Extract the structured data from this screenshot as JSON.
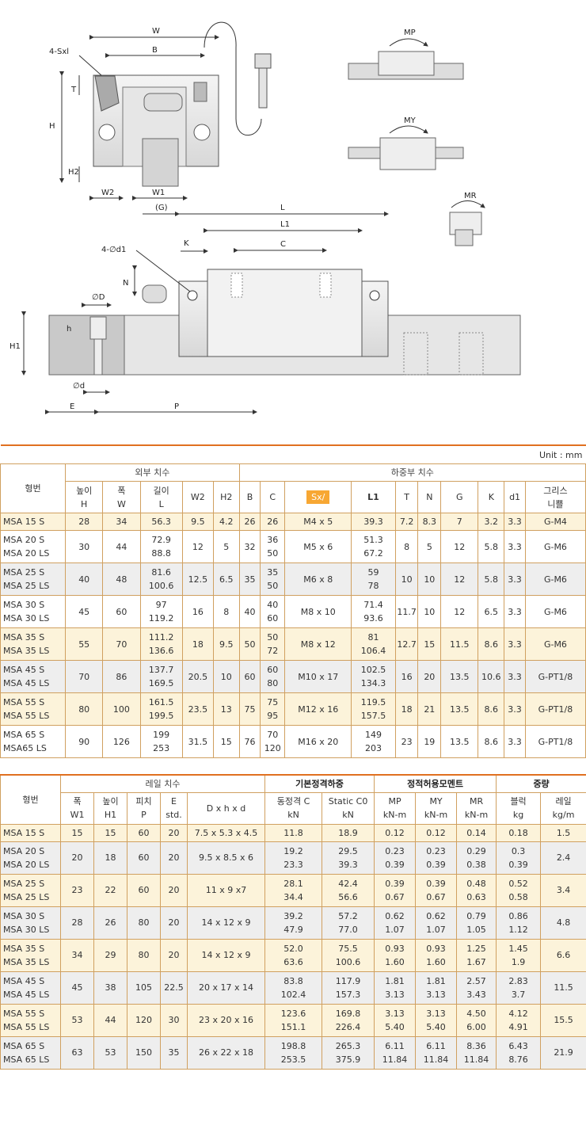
{
  "drawing": {
    "labels": {
      "W": "W",
      "B": "B",
      "Sxl": "4-Sxl",
      "T": "T",
      "H": "H",
      "H2": "H2",
      "W2": "W2",
      "W1": "W1",
      "G": "(G)",
      "L": "L",
      "L1": "L1",
      "C": "C",
      "K": "K",
      "d1": "4-∅d1",
      "N": "N",
      "D": "∅D",
      "h": "h",
      "H1": "H1",
      "d": "∅d",
      "E": "E",
      "P": "P",
      "MP": "MP",
      "MY": "MY",
      "MR": "MR"
    }
  },
  "table1": {
    "unit": "Unit : mm",
    "col_model": "형번",
    "group_outer": "외부 치수",
    "group_block": "하중부 치수",
    "h_H": [
      "높이",
      "H"
    ],
    "h_W": [
      "폭",
      "W"
    ],
    "h_L": [
      "길이",
      "L"
    ],
    "h_W2": "W2",
    "h_H2": "H2",
    "h_B": "B",
    "h_C": "C",
    "h_Sx": "Sx/",
    "h_L1": "L1",
    "h_T": "T",
    "h_N": "N",
    "h_G": "G",
    "h_K": "K",
    "h_d1": "d1",
    "h_grease": [
      "그리스",
      "니쁠"
    ],
    "rows": [
      {
        "m": [
          "MSA 15 S"
        ],
        "H": "28",
        "W": "34",
        "L": [
          "56.3"
        ],
        "W2": "9.5",
        "H2": "4.2",
        "B": "26",
        "C": [
          "26"
        ],
        "Sx": "M4 x 5",
        "L1": [
          "39.3"
        ],
        "T": "7.2",
        "N": "8.3",
        "G": "7",
        "K": "3.2",
        "d1": "3.3",
        "gr": "G-M4"
      },
      {
        "m": [
          "MSA 20 S",
          "MSA 20 LS"
        ],
        "H": "30",
        "W": "44",
        "L": [
          "72.9",
          "88.8"
        ],
        "W2": "12",
        "H2": "5",
        "B": "32",
        "C": [
          "36",
          "50"
        ],
        "Sx": "M5 x 6",
        "L1": [
          "51.3",
          "67.2"
        ],
        "T": "8",
        "N": "5",
        "G": "12",
        "K": "5.8",
        "d1": "3.3",
        "gr": "G-M6"
      },
      {
        "m": [
          "MSA 25 S",
          "MSA 25 LS"
        ],
        "H": "40",
        "W": "48",
        "L": [
          "81.6",
          "100.6"
        ],
        "W2": "12.5",
        "H2": "6.5",
        "B": "35",
        "C": [
          "35",
          "50"
        ],
        "Sx": "M6 x 8",
        "L1": [
          "59",
          "78"
        ],
        "T": "10",
        "N": "10",
        "G": "12",
        "K": "5.8",
        "d1": "3.3",
        "gr": "G-M6"
      },
      {
        "m": [
          "MSA 30 S",
          "MSA 30 LS"
        ],
        "H": "45",
        "W": "60",
        "L": [
          "97",
          "119.2"
        ],
        "W2": "16",
        "H2": "8",
        "B": "40",
        "C": [
          "40",
          "60"
        ],
        "Sx": "M8 x 10",
        "L1": [
          "71.4",
          "93.6"
        ],
        "T": "11.7",
        "N": "10",
        "G": "12",
        "K": "6.5",
        "d1": "3.3",
        "gr": "G-M6"
      },
      {
        "m": [
          "MSA 35 S",
          "MSA 35 LS"
        ],
        "H": "55",
        "W": "70",
        "L": [
          "111.2",
          "136.6"
        ],
        "W2": "18",
        "H2": "9.5",
        "B": "50",
        "C": [
          "50",
          "72"
        ],
        "Sx": "M8 x 12",
        "L1": [
          "81",
          "106.4"
        ],
        "T": "12.7",
        "N": "15",
        "G": "11.5",
        "K": "8.6",
        "d1": "3.3",
        "gr": "G-M6"
      },
      {
        "m": [
          "MSA 45 S",
          "MSA 45 LS"
        ],
        "H": "70",
        "W": "86",
        "L": [
          "137.7",
          "169.5"
        ],
        "W2": "20.5",
        "H2": "10",
        "B": "60",
        "C": [
          "60",
          "80"
        ],
        "Sx": "M10 x 17",
        "L1": [
          "102.5",
          "134.3"
        ],
        "T": "16",
        "N": "20",
        "G": "13.5",
        "K": "10.6",
        "d1": "3.3",
        "gr": "G-PT1/8"
      },
      {
        "m": [
          "MSA 55 S",
          "MSA 55 LS"
        ],
        "H": "80",
        "W": "100",
        "L": [
          "161.5",
          "199.5"
        ],
        "W2": "23.5",
        "H2": "13",
        "B": "75",
        "C": [
          "75",
          "95"
        ],
        "Sx": "M12 x 16",
        "L1": [
          "119.5",
          "157.5"
        ],
        "T": "18",
        "N": "21",
        "G": "13.5",
        "K": "8.6",
        "d1": "3.3",
        "gr": "G-PT1/8"
      },
      {
        "m": [
          "MSA 65 S",
          "MSA65 LS"
        ],
        "H": "90",
        "W": "126",
        "L": [
          "199",
          "253"
        ],
        "W2": "31.5",
        "H2": "15",
        "B": "76",
        "C": [
          "70",
          "120"
        ],
        "Sx": "M16 x 20",
        "L1": [
          "149",
          "203"
        ],
        "T": "23",
        "N": "19",
        "G": "13.5",
        "K": "8.6",
        "d1": "3.3",
        "gr": "G-PT1/8"
      }
    ]
  },
  "table2": {
    "col_model": "형번",
    "group_rail": "레일 치수",
    "group_load": "기본정격하중",
    "group_moment": "정적허용모멘트",
    "group_weight": "중량",
    "h_W1": [
      "폭",
      "W1"
    ],
    "h_H1": [
      "높이",
      "H1"
    ],
    "h_P": [
      "피치",
      "P"
    ],
    "h_E": [
      "E",
      "std."
    ],
    "h_Dhd": "D x h x d",
    "h_C": [
      "동정격 C",
      "kN"
    ],
    "h_C0": [
      "Static C0",
      "kN"
    ],
    "h_MP": [
      "MP",
      "kN-m"
    ],
    "h_MY": [
      "MY",
      "kN-m"
    ],
    "h_MR": [
      "MR",
      "kN-m"
    ],
    "h_block": [
      "블럭",
      "kg"
    ],
    "h_rail": [
      "레일",
      "kg/m"
    ],
    "rows": [
      {
        "m": [
          "MSA 15 S"
        ],
        "W1": "15",
        "H1": "15",
        "P": "60",
        "E": "20",
        "Dhd": "7.5 x 5.3 x 4.5",
        "C": [
          "11.8"
        ],
        "C0": [
          "18.9"
        ],
        "MP": [
          "0.12"
        ],
        "MY": [
          "0.12"
        ],
        "MR": [
          "0.14"
        ],
        "blk": [
          "0.18"
        ],
        "rail": "1.5"
      },
      {
        "m": [
          "MSA 20 S",
          "MSA 20 LS"
        ],
        "W1": "20",
        "H1": "18",
        "P": "60",
        "E": "20",
        "Dhd": "9.5 x 8.5 x 6",
        "C": [
          "19.2",
          "23.3"
        ],
        "C0": [
          "29.5",
          "39.3"
        ],
        "MP": [
          "0.23",
          "0.39"
        ],
        "MY": [
          "0.23",
          "0.39"
        ],
        "MR": [
          "0.29",
          "0.38"
        ],
        "blk": [
          "0.3",
          "0.39"
        ],
        "rail": "2.4"
      },
      {
        "m": [
          "MSA 25 S",
          "MSA 25 LS"
        ],
        "W1": "23",
        "H1": "22",
        "P": "60",
        "E": "20",
        "Dhd": "11 x 9 x7",
        "C": [
          "28.1",
          "34.4"
        ],
        "C0": [
          "42.4",
          "56.6"
        ],
        "MP": [
          "0.39",
          "0.67"
        ],
        "MY": [
          "0.39",
          "0.67"
        ],
        "MR": [
          "0.48",
          "0.63"
        ],
        "blk": [
          "0.52",
          "0.58"
        ],
        "rail": "3.4"
      },
      {
        "m": [
          "MSA 30 S",
          "MSA 30 LS"
        ],
        "W1": "28",
        "H1": "26",
        "P": "80",
        "E": "20",
        "Dhd": "14 x 12 x 9",
        "C": [
          "39.2",
          "47.9"
        ],
        "C0": [
          "57.2",
          "77.0"
        ],
        "MP": [
          "0.62",
          "1.07"
        ],
        "MY": [
          "0.62",
          "1.07"
        ],
        "MR": [
          "0.79",
          "1.05"
        ],
        "blk": [
          "0.86",
          "1.12"
        ],
        "rail": "4.8"
      },
      {
        "m": [
          "MSA 35 S",
          "MSA 35 LS"
        ],
        "W1": "34",
        "H1": "29",
        "P": "80",
        "E": "20",
        "Dhd": "14 x 12 x 9",
        "C": [
          "52.0",
          "63.6"
        ],
        "C0": [
          "75.5",
          "100.6"
        ],
        "MP": [
          "0.93",
          "1.60"
        ],
        "MY": [
          "0.93",
          "1.60"
        ],
        "MR": [
          "1.25",
          "1.67"
        ],
        "blk": [
          "1.45",
          "1.9"
        ],
        "rail": "6.6"
      },
      {
        "m": [
          "MSA 45 S",
          "MSA 45 LS"
        ],
        "W1": "45",
        "H1": "38",
        "P": "105",
        "E": "22.5",
        "Dhd": "20 x 17 x 14",
        "C": [
          "83.8",
          "102.4"
        ],
        "C0": [
          "117.9",
          "157.3"
        ],
        "MP": [
          "1.81",
          "3.13"
        ],
        "MY": [
          "1.81",
          "3.13"
        ],
        "MR": [
          "2.57",
          "3.43"
        ],
        "blk": [
          "2.83",
          "3.7"
        ],
        "rail": "11.5"
      },
      {
        "m": [
          "MSA 55 S",
          "MSA 55 LS"
        ],
        "W1": "53",
        "H1": "44",
        "P": "120",
        "E": "30",
        "Dhd": "23 x 20 x 16",
        "C": [
          "123.6",
          "151.1"
        ],
        "C0": [
          "169.8",
          "226.4"
        ],
        "MP": [
          "3.13",
          "5.40"
        ],
        "MY": [
          "3.13",
          "5.40"
        ],
        "MR": [
          "4.50",
          "6.00"
        ],
        "blk": [
          "4.12",
          "4.91"
        ],
        "rail": "15.5"
      },
      {
        "m": [
          "MSA 65 S",
          "MSA 65 LS"
        ],
        "W1": "63",
        "H1": "53",
        "P": "150",
        "E": "35",
        "Dhd": "26 x 22 x 18",
        "C": [
          "198.8",
          "253.5"
        ],
        "C0": [
          "265.3",
          "375.9"
        ],
        "MP": [
          "6.11",
          "11.84"
        ],
        "MY": [
          "6.11",
          "11.84"
        ],
        "MR": [
          "8.36",
          "11.84"
        ],
        "blk": [
          "6.43",
          "8.76"
        ],
        "rail": "21.9"
      }
    ]
  }
}
